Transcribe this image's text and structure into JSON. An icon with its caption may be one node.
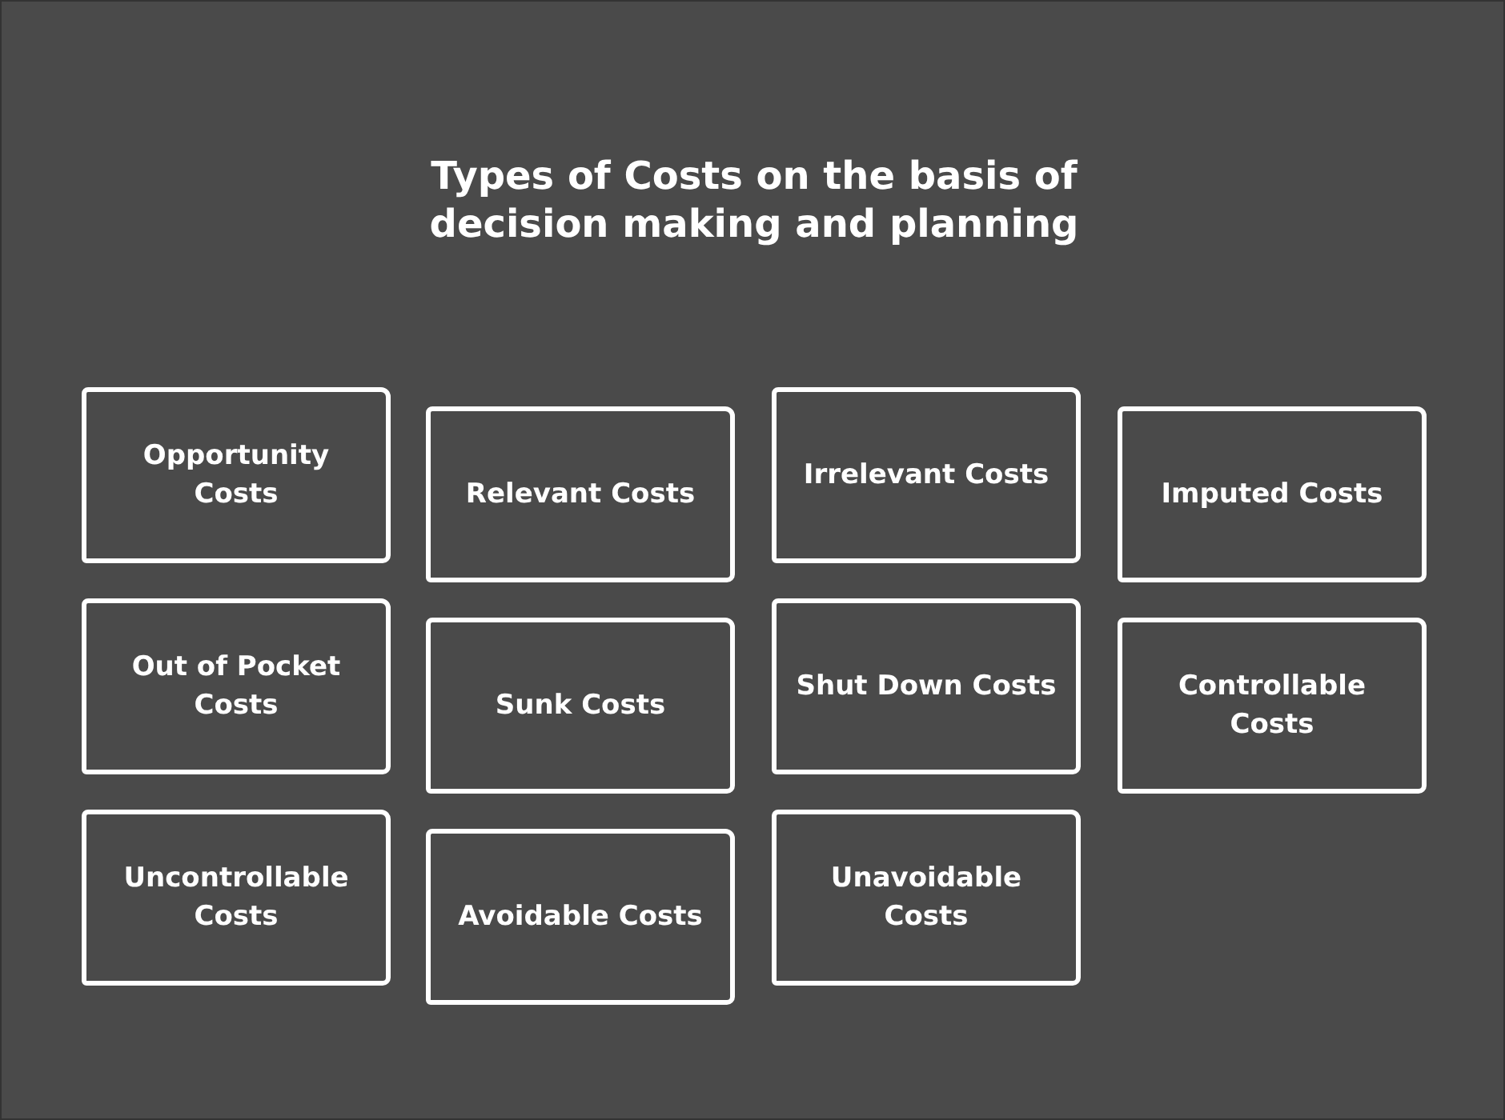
{
  "diagram": {
    "title": "Types of Costs on the basis of decision making and planning",
    "nodes": [
      {
        "text": [
          "Opportunity Costs"
        ]
      },
      {
        "text": [
          "Relevant Costs"
        ]
      },
      {
        "text": [
          "Irrelevant Costs"
        ]
      },
      {
        "text": [
          "Imputed Costs"
        ]
      },
      {
        "text": [
          "Out of Pocket Costs"
        ]
      },
      {
        "text": [
          "Sunk Costs"
        ]
      },
      {
        "text": [
          "Shut Down Costs"
        ]
      },
      {
        "text": [
          "Controllable Costs"
        ]
      },
      {
        "text": [
          "Uncontrollable Costs"
        ]
      },
      {
        "text": [
          "Avoidable Costs"
        ]
      },
      {
        "text": [
          "Unavoidable Costs"
        ]
      }
    ]
  }
}
